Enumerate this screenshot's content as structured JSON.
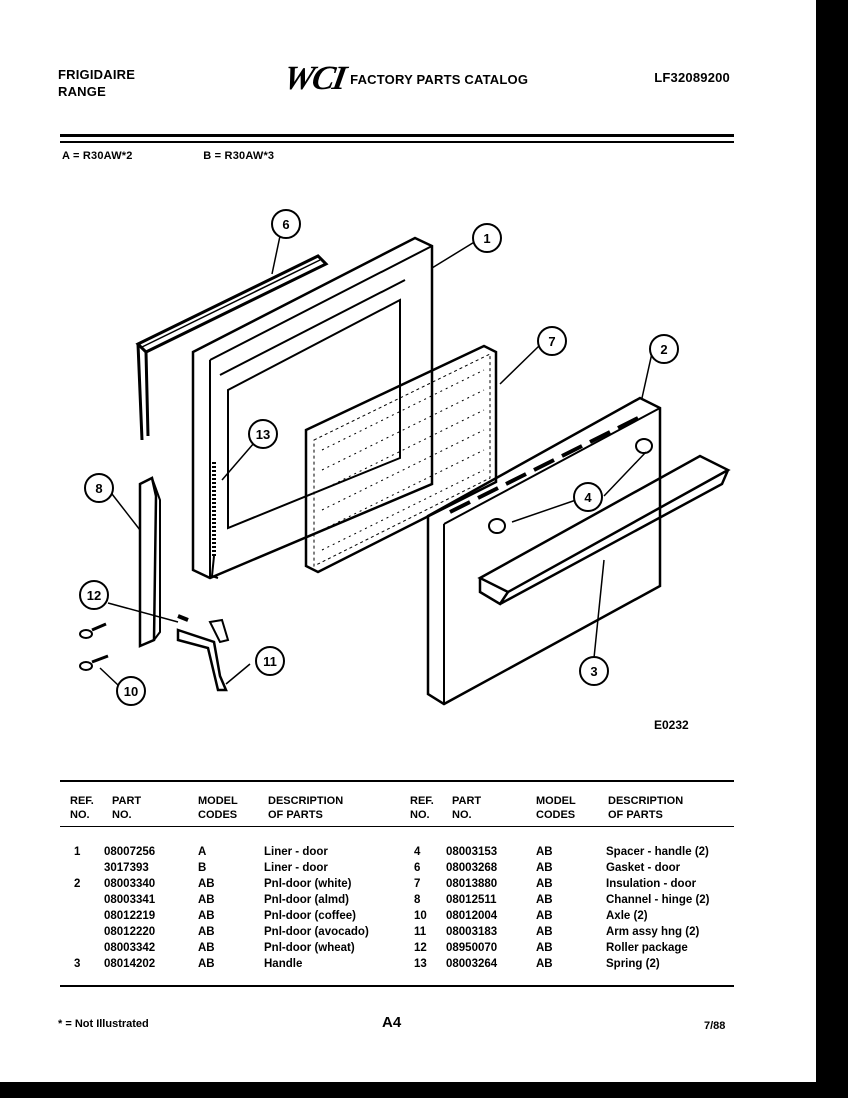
{
  "header": {
    "brand_line1": "FRIGIDAIRE",
    "brand_line2": "RANGE",
    "logo": "WCI",
    "catalog_title": "FACTORY PARTS CATALOG",
    "model_number": "LF32089200"
  },
  "variants": [
    "A = R30AW*2",
    "B = R30AW*3"
  ],
  "diagram": {
    "code": "E0232",
    "callouts": [
      "6",
      "1",
      "7",
      "2",
      "13",
      "8",
      "4",
      "12",
      "11",
      "10",
      "3"
    ]
  },
  "table": {
    "headers": {
      "ref": "REF.\nNO.",
      "part": "PART\nNO.",
      "model": "MODEL\nCODES",
      "desc": "DESCRIPTION\nOF PARTS"
    },
    "left": {
      "ref": [
        "1",
        "",
        "2",
        "",
        "",
        "",
        "",
        "3"
      ],
      "part": [
        "08007256",
        "3017393",
        "08003340",
        "08003341",
        "08012219",
        "08012220",
        "08003342",
        "08014202"
      ],
      "model": [
        "A",
        "B",
        "AB",
        "AB",
        "AB",
        "AB",
        "AB",
        "AB"
      ],
      "desc": [
        "Liner - door",
        "Liner - door",
        "Pnl-door (white)",
        "Pnl-door (almd)",
        "Pnl-door (coffee)",
        "Pnl-door (avocado)",
        "Pnl-door (wheat)",
        "Handle"
      ]
    },
    "right": {
      "ref": [
        "4",
        "6",
        "7",
        "8",
        "10",
        "11",
        "12",
        "13"
      ],
      "part": [
        "08003153",
        "08003268",
        "08013880",
        "08012511",
        "08012004",
        "08003183",
        "08950070",
        "08003264"
      ],
      "model": [
        "AB",
        "AB",
        "AB",
        "AB",
        "AB",
        "AB",
        "AB",
        "AB"
      ],
      "desc": [
        "Spacer - handle (2)",
        "Gasket - door",
        "Insulation - door",
        "Channel - hinge (2)",
        "Axle (2)",
        "Arm assy hng (2)",
        "Roller package",
        "Spring (2)"
      ]
    }
  },
  "footer": {
    "note": "* = Not Illustrated",
    "page": "A4",
    "date": "7/88"
  }
}
